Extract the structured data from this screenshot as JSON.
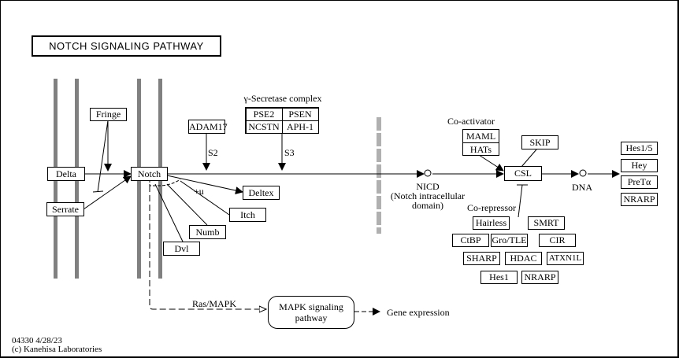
{
  "title": "NOTCH SIGNALING PATHWAY",
  "nodes": {
    "fringe": "Fringe",
    "delta": "Delta",
    "serrate": "Serrate",
    "notch": "Notch",
    "adam17": "ADAM17",
    "deltex": "Deltex",
    "itch": "Itch",
    "numb": "Numb",
    "dvl": "Dvl",
    "csl": "CSL",
    "skip": "SKIP"
  },
  "gamma_secretase": {
    "label": "γ-Secretase complex",
    "members": [
      "PSE2",
      "PSEN",
      "NCSTN",
      "APH-1"
    ]
  },
  "coactivator": {
    "label": "Co-activator",
    "members": [
      "MAML",
      "HATs"
    ]
  },
  "corepressor": {
    "label": "Co-repressor",
    "members": [
      "Hairless",
      "SMRT",
      "CtBP",
      "Gro/TLE",
      "CIR",
      "SHARP",
      "HDAC",
      "ATXN1L",
      "Hes1",
      "NRARP"
    ]
  },
  "targets": [
    "Hes1/5",
    "Hey",
    "PreTα",
    "NRARP"
  ],
  "edge_labels": {
    "s2": "S2",
    "s3": "S3",
    "ubiquitin": "+u",
    "ras_mapk": "Ras/MAPK"
  },
  "compounds": {
    "nicd": "NICD",
    "nicd_desc_1": "(Notch intracellular",
    "nicd_desc_2": "domain)",
    "dna": "DNA"
  },
  "pathway_link": {
    "line1": "MAPK signaling",
    "line2": "pathway"
  },
  "gene_expression": "Gene expression",
  "footer": {
    "id_date": "04330 4/28/23",
    "copyright": "(c) Kanehisa Laboratories"
  }
}
